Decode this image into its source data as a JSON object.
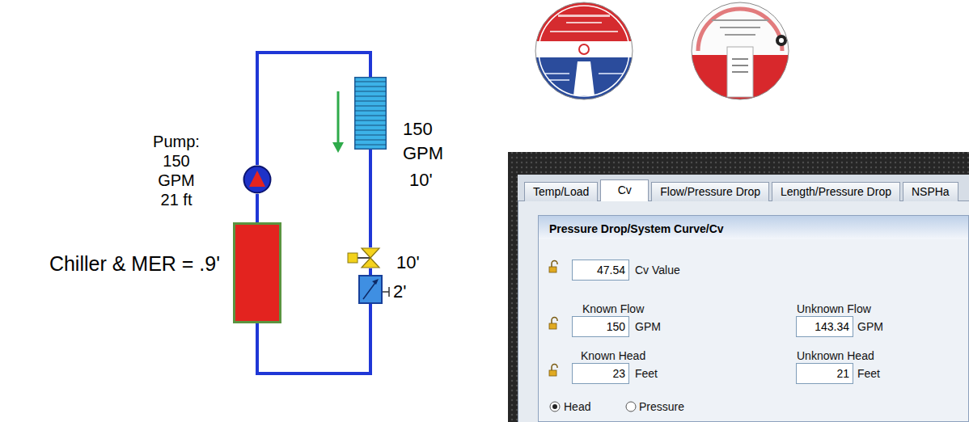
{
  "diagram": {
    "nodes": [
      {
        "text": [
          "Pump: 150 GPM 21 ft"
        ]
      },
      {
        "text": [
          "Chiller & MER = .9'"
        ]
      },
      {
        "text": [
          "150 GPM",
          "10'"
        ]
      },
      {
        "text": [
          "10'"
        ]
      },
      {
        "text": [
          "2'"
        ]
      },
      {
        "text": [
          "Temp/Load"
        ]
      },
      {
        "text": [
          "Cv"
        ]
      },
      {
        "text": [
          "Flow/Pressure Drop"
        ]
      },
      {
        "text": [
          "Length/Pressure Drop"
        ]
      },
      {
        "text": [
          "NSPHa"
        ]
      },
      {
        "text": [
          "Pressure Drop/System Curve/Cv"
        ]
      },
      {
        "text": [
          "47.54"
        ],
        "in": 10
      },
      {
        "text": [
          "150"
        ],
        "in": 10
      },
      {
        "text": [
          "143.34"
        ],
        "in": 10
      },
      {
        "text": [
          "23"
        ],
        "in": 10
      },
      {
        "text": [
          "21"
        ],
        "in": 10
      }
    ],
    "edges": [
      {
        "from": 0,
        "to": 2,
        "arrow": "none"
      },
      {
        "from": 2,
        "to": 3,
        "arrow": "none"
      },
      {
        "from": 3,
        "to": 4,
        "arrow": "none"
      },
      {
        "from": 4,
        "to": 1,
        "arrow": "none"
      },
      {
        "from": 1,
        "to": 0,
        "arrow": "none"
      }
    ],
    "labels": [
      "Cv Value",
      "Known Flow",
      "GPM",
      "Unknown Flow",
      "GPM",
      "Known Head",
      "Feet",
      "Unknown Head",
      "Feet",
      "Head",
      "Pressure"
    ]
  }
}
